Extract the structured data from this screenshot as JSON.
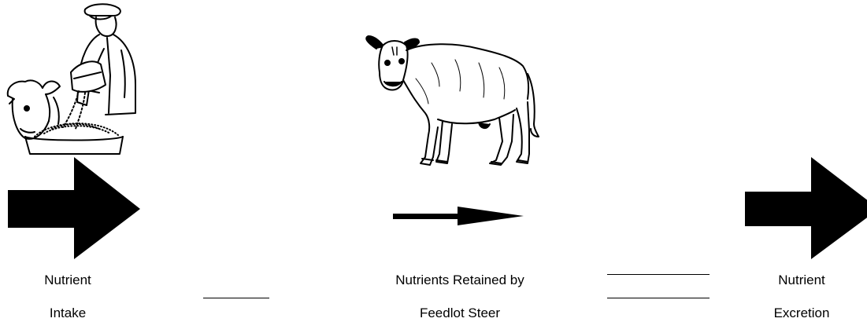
{
  "colors": {
    "ink": "#000000",
    "background": "#ffffff"
  },
  "illustrations": {
    "left": "farmer-feeding-calf-illustration",
    "center": "steer-illustration"
  },
  "intake": {
    "line1": "Nutrient",
    "line2": "Intake"
  },
  "retained": {
    "line1": "Nutrients Retained by",
    "line2": "Feedlot Steer"
  },
  "excretion": {
    "line1": "Nutrient",
    "line2": "Excretion"
  }
}
